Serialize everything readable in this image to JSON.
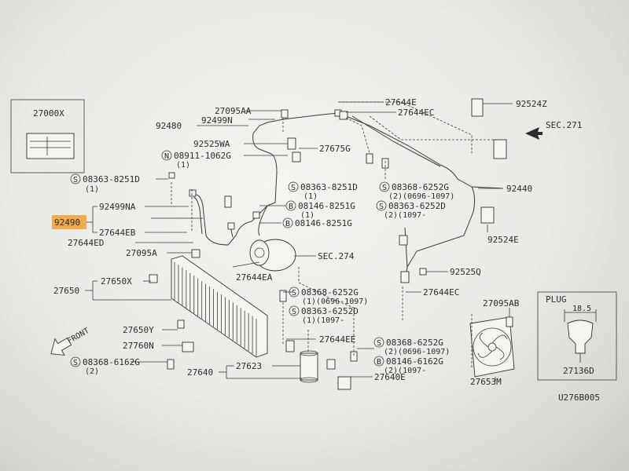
{
  "colors": {
    "highlight": "#f0a030",
    "ink": "#2c2c2c",
    "paper": "#f2f2ef"
  },
  "callouts": {
    "p27000x": "27000X",
    "p92480": "92480",
    "p27095aa": "27095AA",
    "p92499n": "92499N",
    "p92525wa": "92525WA",
    "p08911": "08911-1062G",
    "p08911q": "(1)",
    "p08363_a": "08363-8251D",
    "p08363_aq": "(1)",
    "p92499na": "92499NA",
    "p92490": "92490",
    "p27644eb": "27644EB",
    "p27644ed": "27644ED",
    "p27095a": "27095A",
    "p27650": "27650",
    "p27650x": "27650X",
    "p27650y": "27650Y",
    "p27760n": "27760N",
    "p08368_6162": "08368-6162G",
    "p08368_6162q": "(2)",
    "p27640": "27640",
    "p27623": "27623",
    "p27644e": "27644E",
    "p27644ec_top": "27644EC",
    "p27675g": "27675G",
    "p08363_b": "08363-8251D",
    "p08363_bq": "(1)",
    "p08146_8251g_1": "08146-8251G",
    "p08146_8251g_1q": "(1)",
    "p08146_8251g_2": "08146-8251G",
    "p27644ea": "27644EA",
    "sec274": "SEC.274",
    "p08368_6252g_1": "08368-6252G",
    "p08368_6252g_1q": "(1)(0696-1097)",
    "p08363_8252d": "08363-6252D",
    "p08363_8252dq": "(1)(1097-",
    "p27644ee": "27644EE",
    "p08368_6252g_2": "08368-6252G",
    "p08368_6252g_2q": "(2)(0696-1097)",
    "p08146_6162g": "08146-6162G",
    "p08146_6162gq": "(2)(1097-",
    "p27640e": "27640E",
    "p92524z": "92524Z",
    "sec271": "SEC.271",
    "p92440": "92440",
    "p08368_6252g_3": "08368-6252G",
    "p08368_6252g_3q": "(2)(0696-1097)",
    "p08363_6252d": "08363-6252D",
    "p08363_6252dq": "(2)(1097-",
    "p92524e": "92524E",
    "p92525q": "92525Q",
    "p27644ec": "27644EC",
    "p27095ab": "27095AB",
    "p27653m": "27653M",
    "plug": "PLUG",
    "plug_dim": "18.5",
    "p27136d": "27136D",
    "front": "FRONT",
    "code": "U276B005"
  }
}
